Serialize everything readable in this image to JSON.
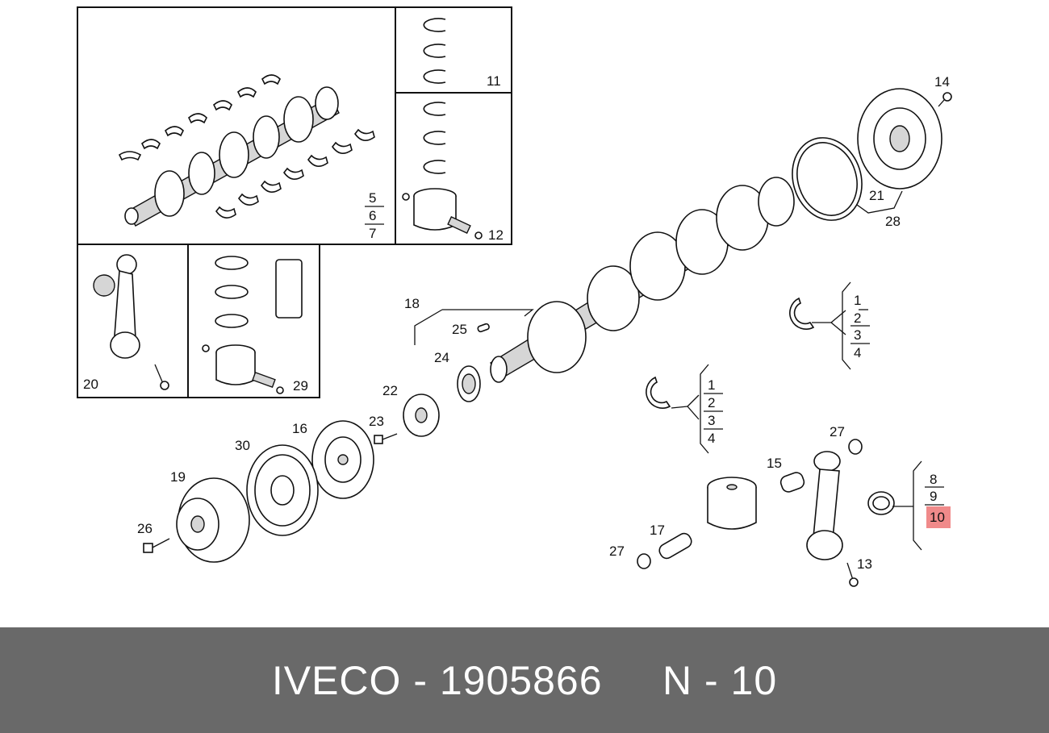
{
  "diagram": {
    "labels": {
      "l1a": "1",
      "l2a": "2",
      "l3a": "3",
      "l4a": "4",
      "l1b": "1",
      "l2b": "2",
      "l3b": "3",
      "l4b": "4",
      "l5": "5",
      "l6": "6",
      "l7": "7",
      "l8": "8",
      "l9": "9",
      "l10": "10",
      "l11": "11",
      "l12": "12",
      "l13": "13",
      "l14": "14",
      "l15": "15",
      "l16": "16",
      "l17": "17",
      "l18": "18",
      "l19": "19",
      "l20": "20",
      "l21": "21",
      "l22": "22",
      "l23": "23",
      "l24": "24",
      "l25": "25",
      "l26": "26",
      "l27a": "27",
      "l27b": "27",
      "l28": "28",
      "l29": "29",
      "l30": "30"
    },
    "highlight_color": "#f08a8a"
  },
  "footer": {
    "text": "IVECO - 1905866     N - 10"
  }
}
